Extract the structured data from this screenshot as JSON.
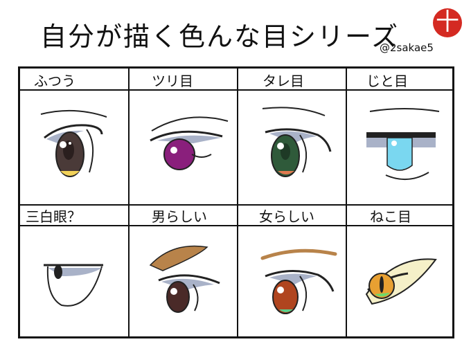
{
  "title": "自分が描く色んな目シリーズ",
  "handle": "@2sakae5",
  "badge": "十",
  "cells": [
    {
      "label": "ふつう"
    },
    {
      "label": "ツリ目"
    },
    {
      "label": "タレ目"
    },
    {
      "label": "じと目"
    },
    {
      "label": "三白眼？"
    },
    {
      "label": "男らしい"
    },
    {
      "label": "女らしい"
    },
    {
      "label": "ねこ目"
    }
  ],
  "colors": {
    "badge": "#d42a22",
    "futsuu_iris": "#4a3a38",
    "tsuri_iris": "#8a1f7c",
    "tare_iris": "#2f5a3a",
    "jito_iris": "#7ad7f0",
    "otoko_iris": "#4a2a28",
    "onna_iris": "#b0451f",
    "neko_iris": "#e8a032",
    "brow_brown": "#b8834a",
    "shadow": "#a9b2c8"
  }
}
